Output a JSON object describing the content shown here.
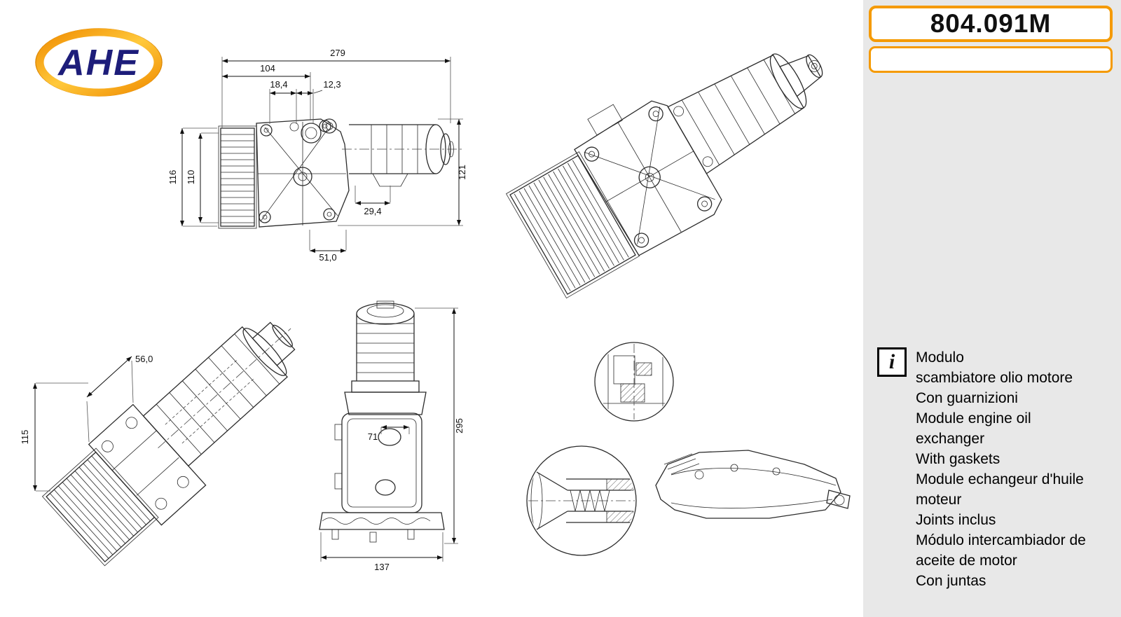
{
  "brand": {
    "logo_text": "AHE"
  },
  "part": {
    "number": "804.091M"
  },
  "colors": {
    "accent_orange": "#f59a00",
    "logo_blue": "#1d1d7a",
    "panel_gray": "#e8e8e8",
    "line": "#2b2b2b"
  },
  "dims": {
    "front": {
      "total": "279",
      "upper": "104",
      "seg1": "18,4",
      "seg2": "12,3",
      "h_outer": "116",
      "h_inner": "110",
      "h_right": "121",
      "offset": "29,4",
      "base": "51,0"
    },
    "side": {
      "depth": "56,0",
      "height": "115"
    },
    "column": {
      "port": "71",
      "height": "295",
      "base": "137"
    }
  },
  "info": {
    "icon": "i",
    "lines": [
      "Modulo\nscambiatore olio motore",
      "Con guarnizioni",
      "Module engine oil\nexchanger",
      "With gaskets",
      "Module echangeur d'huile\nmoteur",
      "Joints inclus",
      "Módulo intercambiador de\naceite de motor",
      "Con juntas"
    ]
  }
}
